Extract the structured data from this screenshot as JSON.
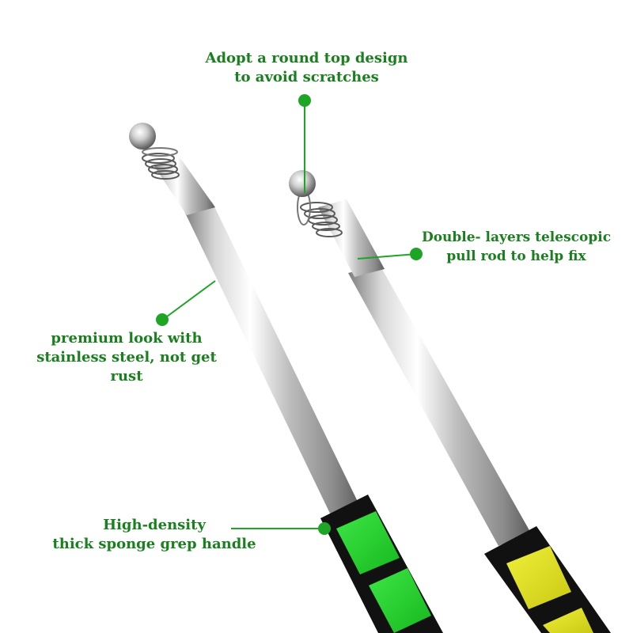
{
  "callouts": {
    "round_top": {
      "lines": [
        "Adopt a round top design",
        "to avoid scratches"
      ]
    },
    "telescopic": {
      "lines": [
        "Double- layers telescopic",
        "pull rod to help fix"
      ]
    },
    "stainless": {
      "lines": [
        "premium look with",
        "stainless steel, not get",
        "rust"
      ]
    },
    "handle": {
      "lines": [
        "High-density",
        "thick sponge grep handle"
      ]
    }
  },
  "colors": {
    "callout_text": "#1a7f1e",
    "marker": "#1fa526",
    "handle_green": "#22d12a",
    "handle_yellow": "#dede1e",
    "handle_black": "#111111",
    "steel_light": "#f4f4f4",
    "steel_dark": "#8a8a8a"
  }
}
